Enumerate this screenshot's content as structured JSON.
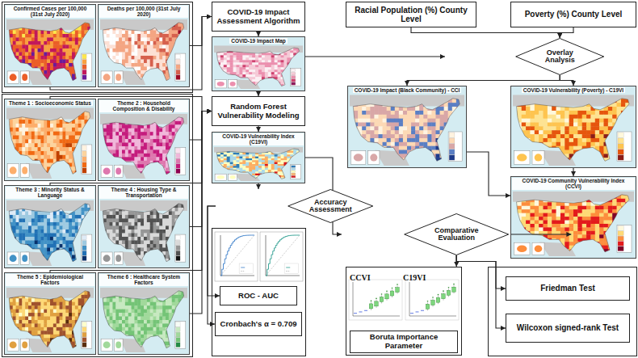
{
  "diagram": {
    "nodes": [
      {
        "text": [
          "Confirmed Cases per 100,000 (31st July 2020)"
        ]
      },
      {
        "text": [
          "Deaths per 100,000 (31st July 2020)"
        ]
      },
      {
        "text": [
          "Theme 1 : Socioeconomic Status"
        ]
      },
      {
        "text": [
          "Theme 2 : Household Composition & Disability"
        ]
      },
      {
        "text": [
          "Theme 3 : Minority Status & Language"
        ]
      },
      {
        "text": [
          "Theme 4 : Housing Type & Transportation"
        ]
      },
      {
        "text": [
          "Theme 5 : Epidemiological Factors"
        ]
      },
      {
        "text": [
          "Theme 6 : Healthcare System Factors"
        ]
      },
      {
        "text": [
          "COVID-19 Impact Assessment Algorithm"
        ]
      },
      {
        "text": [
          "COVID-19 Impact Map"
        ]
      },
      {
        "text": [
          "Random Forest Vulnerability Modeling"
        ]
      },
      {
        "text": [
          "COVID-19 Vulnerability Index (C19VI)"
        ]
      },
      {
        "text": [
          "Accuracy Assessment"
        ]
      },
      {
        "text": [
          "ROC - AUC"
        ]
      },
      {
        "text": [
          "Cronbach's α = 0.709"
        ]
      },
      {
        "text": [
          "Racial Population (%) County Level"
        ]
      },
      {
        "text": [
          "Poverty (%) County Level"
        ]
      },
      {
        "text": [
          "Overlay Analysis"
        ]
      },
      {
        "text": [
          "COVID-19 Impact (Black Community) - CCI"
        ]
      },
      {
        "text": [
          "COVID-19 Vulnerability (Poverty) - C19VI"
        ]
      },
      {
        "text": [
          "COVID-19 Community Vulnerability Index (CCVI)"
        ]
      },
      {
        "text": [
          "Comparative Evaluation"
        ]
      },
      {
        "text": [
          "CCVI",
          "C19VI",
          "Boruta Importance Parameter"
        ]
      },
      {
        "text": [
          "Friedman Test"
        ]
      },
      {
        "text": [
          "Wilcoxon signed-rank Test"
        ]
      }
    ],
    "edges": [
      {
        "from": 0,
        "to": 8,
        "arrow": "to"
      },
      {
        "from": 1,
        "to": 8,
        "arrow": "to"
      },
      {
        "from": 8,
        "to": 9,
        "arrow": "to"
      },
      {
        "from": 9,
        "to": 10,
        "arrow": "to"
      },
      {
        "from": 2,
        "to": 10,
        "arrow": "to"
      },
      {
        "from": 3,
        "to": 10,
        "arrow": "to"
      },
      {
        "from": 4,
        "to": 10,
        "arrow": "to"
      },
      {
        "from": 5,
        "to": 10,
        "arrow": "to"
      },
      {
        "from": 6,
        "to": 10,
        "arrow": "to"
      },
      {
        "from": 7,
        "to": 10,
        "arrow": "to"
      },
      {
        "from": 10,
        "to": 11,
        "arrow": "to"
      },
      {
        "from": 11,
        "to": 12,
        "arrow": "to"
      },
      {
        "from": 12,
        "to": 13,
        "arrow": "to"
      },
      {
        "from": 12,
        "to": 14,
        "arrow": "to"
      },
      {
        "from": 15,
        "to": 17,
        "arrow": "to"
      },
      {
        "from": 16,
        "to": 17,
        "arrow": "to"
      },
      {
        "from": 9,
        "to": 17,
        "arrow": "to"
      },
      {
        "from": 17,
        "to": 18,
        "arrow": "to"
      },
      {
        "from": 17,
        "to": 19,
        "arrow": "to"
      },
      {
        "from": 18,
        "to": 20,
        "arrow": "to"
      },
      {
        "from": 19,
        "to": 20,
        "arrow": "to"
      },
      {
        "from": 20,
        "to": 21,
        "arrow": "to"
      },
      {
        "from": 11,
        "to": 21,
        "arrow": "to"
      },
      {
        "from": 21,
        "to": 22,
        "arrow": "to"
      },
      {
        "from": 21,
        "to": 23,
        "arrow": "to"
      },
      {
        "from": 21,
        "to": 24,
        "arrow": "to"
      }
    ]
  }
}
